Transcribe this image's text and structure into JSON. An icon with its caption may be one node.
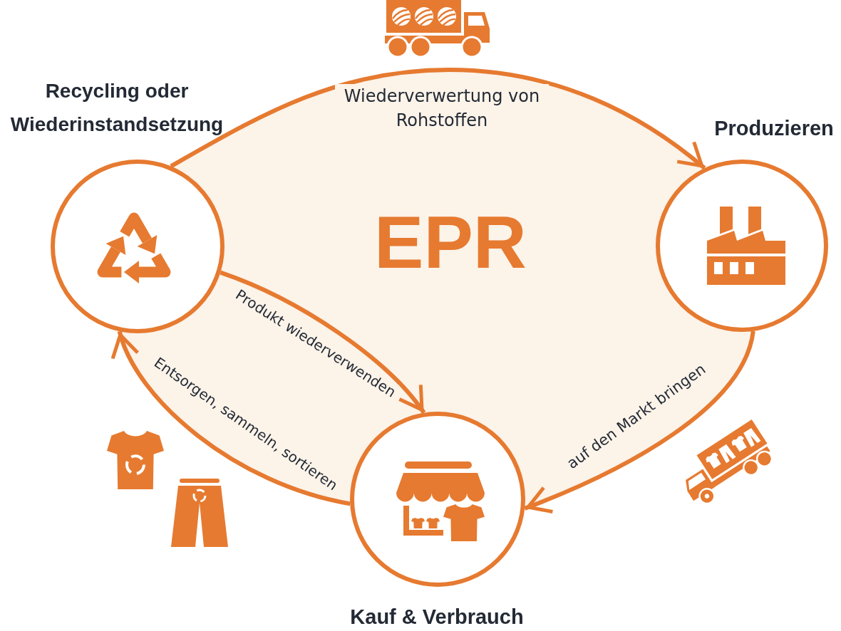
{
  "diagram": {
    "title": "EPR",
    "nodes": [
      {
        "text": [
          "Recycling oder Wiederinstandsetzung"
        ]
      },
      {
        "text": [
          "Produzieren"
        ]
      },
      {
        "text": [
          "Kauf & Verbrauch"
        ]
      }
    ],
    "edges": [
      {
        "from": 0,
        "to": 1,
        "arrow": "to",
        "label": "Wiederverwertung von Rohstoffen"
      },
      {
        "from": 1,
        "to": 2,
        "arrow": "to",
        "label": "auf den Markt bringen"
      },
      {
        "from": 0,
        "to": 2,
        "arrow": "to",
        "label": "Produkt wiederverwenden"
      },
      {
        "from": 2,
        "to": 0,
        "arrow": "to",
        "label": "Entsorgen, sammeln, sortieren"
      }
    ]
  }
}
